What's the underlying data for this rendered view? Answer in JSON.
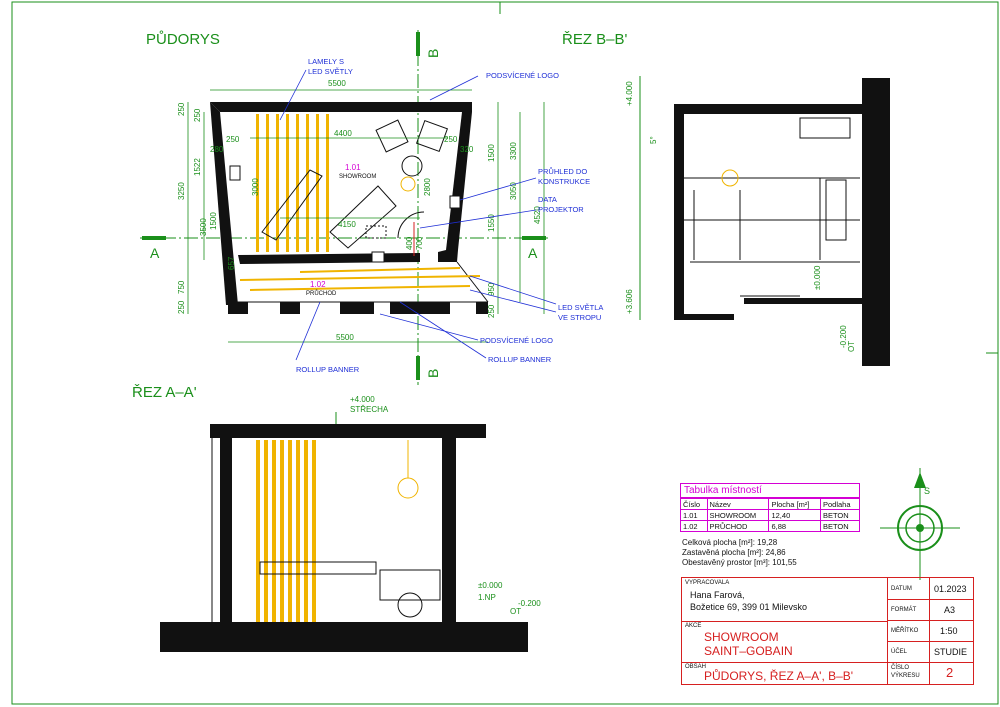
{
  "views": {
    "plan_title": "PŮDORYS",
    "section_b_title": "ŘEZ B–B'",
    "section_a_title": "ŘEZ A–A'"
  },
  "markers": {
    "a_left": "A",
    "a_right": "A",
    "b_top": "B",
    "b_bottom": "B"
  },
  "plan": {
    "labels": {
      "lamely": "LAMELY S",
      "led_svetly": "LED SVĚTLY",
      "podsvicene_logo_top": "PODSVÍCENÉ LOGO",
      "pruhled": "PRŮHLED DO",
      "konstrukce": "KONSTRUKCE",
      "data": "DATA",
      "projektor": "PROJEKTOR",
      "led_svetla": "LED SVĚTLA",
      "ve_stropu": "VE STROPU",
      "podsvicene_logo_bottom": "PODSVÍCENÉ LOGO",
      "rollup_left": "ROLLUP BANNER",
      "rollup_right": "ROLLUP BANNER"
    },
    "rooms": [
      {
        "num": "1.01",
        "name": "SHOWROOM"
      },
      {
        "num": "1.02",
        "name": "PRŮCHOD"
      }
    ],
    "dims": {
      "top": "5500",
      "bottom": "5500",
      "inner": "4400",
      "inner2": "4150",
      "l250a": "250",
      "l3250": "3250",
      "l750": "750",
      "l250b": "250",
      "l250c": "250",
      "l1522": "1522",
      "l3500": "3500",
      "l1500": "1500",
      "l280": "280",
      "r250a": "250",
      "r1500": "1500",
      "r3300": "3300",
      "r1550": "1550",
      "r3050": "3050",
      "r4520": "4520",
      "r950": "950",
      "r250b": "250",
      "r320": "320",
      "r2800": "2800",
      "v3000": "3000",
      "r250c": "250",
      "v657": "657",
      "v400": "400",
      "v700": "700"
    }
  },
  "section_b": {
    "levels": {
      "top": "+4.000",
      "mid": "±0.000",
      "low": "+3.606",
      "bot": "-0.200",
      "ot": "OT",
      "five": "5°"
    }
  },
  "section_a": {
    "levels": {
      "top": "+4.000",
      "strecha": "STŘECHA",
      "zero": "±0.000",
      "np": "1.NP",
      "minus": "-0.200",
      "ot": "OT"
    }
  },
  "north": {
    "label": "S"
  },
  "room_table": {
    "title": "Tabulka místností",
    "headers": [
      "Číslo",
      "Název",
      "Plocha [m²]",
      "Podlaha"
    ],
    "rows": [
      [
        "1.01",
        "SHOWROOM",
        "12,40",
        "BETON"
      ],
      [
        "1.02",
        "PRŮCHOD",
        "6,88",
        "BETON"
      ]
    ],
    "summary": [
      "Celková plocha [m²]: 19,28",
      "Zastavěná plocha [m²]: 24,86",
      "Obestavěný prostor [m³]: 101,55"
    ]
  },
  "title_block": {
    "vypracovala_label": "VYPRACOVALA",
    "author": "Hana Farová,",
    "address": "Božetice 69, 399 01 Milevsko",
    "akce_label": "AKCE",
    "akce_line1": "SHOWROOM",
    "akce_line2": "SAINT–GOBAIN",
    "obsah_label": "OBSAH",
    "obsah": "PŮDORYS, ŘEZ A–A', B–B'",
    "datum_label": "DATUM",
    "datum": "01.2023",
    "format_label": "FORMÁT",
    "format": "A3",
    "meritko_label": "MĚŘÍTKO",
    "meritko": "1:50",
    "ucel_label": "ÚČEL",
    "ucel": "STUDIE",
    "cislo_label1": "ČÍSLO",
    "cislo_label2": "VÝKRESU",
    "cislo": "2"
  },
  "colors": {
    "dimension": "#1a8f1a",
    "leader": "#1f2fd6",
    "room": "#d400d4",
    "frame": "#d62020",
    "led": "#f0b400"
  }
}
